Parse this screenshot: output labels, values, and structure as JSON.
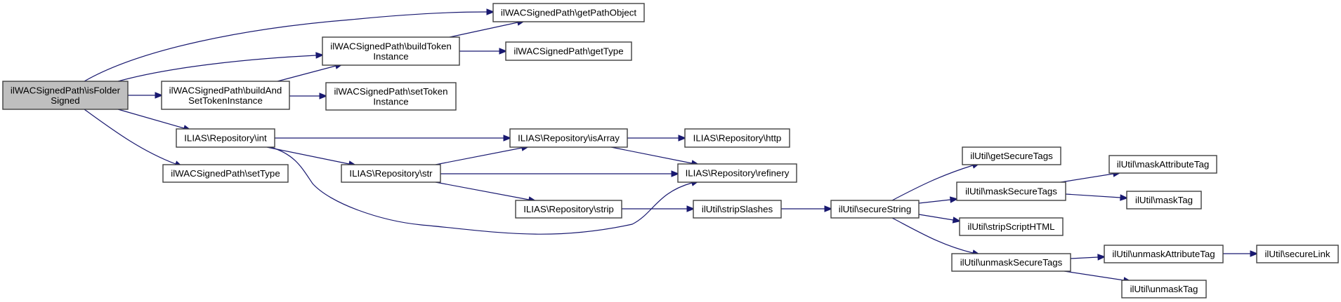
{
  "graph": {
    "type": "call-graph",
    "colors": {
      "edge": "#191970",
      "node_border": "#404040",
      "root_fill": "#bfbfbf",
      "node_fill": "#ffffff"
    },
    "nodes": [
      {
        "id": "isFolderSigned",
        "lines": [
          "ilWACSignedPath\\isFolder",
          "Signed"
        ],
        "root": true
      },
      {
        "id": "getPathObject",
        "lines": [
          "ilWACSignedPath\\getPathObject"
        ]
      },
      {
        "id": "buildTokenInstance",
        "lines": [
          "ilWACSignedPath\\buildToken",
          "Instance"
        ]
      },
      {
        "id": "getType",
        "lines": [
          "ilWACSignedPath\\getType"
        ]
      },
      {
        "id": "buildAndSetTokenInstance",
        "lines": [
          "ilWACSignedPath\\buildAnd",
          "SetTokenInstance"
        ]
      },
      {
        "id": "setTokenInstance",
        "lines": [
          "ilWACSignedPath\\setToken",
          "Instance"
        ]
      },
      {
        "id": "repoInt",
        "lines": [
          "ILIAS\\Repository\\int"
        ]
      },
      {
        "id": "setType",
        "lines": [
          "ilWACSignedPath\\setType"
        ]
      },
      {
        "id": "isArray",
        "lines": [
          "ILIAS\\Repository\\isArray"
        ]
      },
      {
        "id": "http",
        "lines": [
          "ILIAS\\Repository\\http"
        ]
      },
      {
        "id": "repoStr",
        "lines": [
          "ILIAS\\Repository\\str"
        ]
      },
      {
        "id": "refinery",
        "lines": [
          "ILIAS\\Repository\\refinery"
        ]
      },
      {
        "id": "strip",
        "lines": [
          "ILIAS\\Repository\\strip"
        ]
      },
      {
        "id": "stripSlashes",
        "lines": [
          "ilUtil\\stripSlashes"
        ]
      },
      {
        "id": "secureString",
        "lines": [
          "ilUtil\\secureString"
        ]
      },
      {
        "id": "getSecureTags",
        "lines": [
          "ilUtil\\getSecureTags"
        ]
      },
      {
        "id": "maskSecureTags",
        "lines": [
          "ilUtil\\maskSecureTags"
        ]
      },
      {
        "id": "stripScriptHTML",
        "lines": [
          "ilUtil\\stripScriptHTML"
        ]
      },
      {
        "id": "unmaskSecureTags",
        "lines": [
          "ilUtil\\unmaskSecureTags"
        ]
      },
      {
        "id": "maskAttributeTag",
        "lines": [
          "ilUtil\\maskAttributeTag"
        ]
      },
      {
        "id": "maskTag",
        "lines": [
          "ilUtil\\maskTag"
        ]
      },
      {
        "id": "unmaskAttributeTag",
        "lines": [
          "ilUtil\\unmaskAttributeTag"
        ]
      },
      {
        "id": "secureLink",
        "lines": [
          "ilUtil\\secureLink"
        ]
      },
      {
        "id": "unmaskTag",
        "lines": [
          "ilUtil\\unmaskTag"
        ]
      }
    ],
    "edges": [
      {
        "from": "isFolderSigned",
        "to": "getPathObject"
      },
      {
        "from": "isFolderSigned",
        "to": "buildTokenInstance"
      },
      {
        "from": "isFolderSigned",
        "to": "buildAndSetTokenInstance"
      },
      {
        "from": "isFolderSigned",
        "to": "repoInt"
      },
      {
        "from": "isFolderSigned",
        "to": "setType"
      },
      {
        "from": "buildTokenInstance",
        "to": "getPathObject"
      },
      {
        "from": "buildTokenInstance",
        "to": "getType"
      },
      {
        "from": "buildAndSetTokenInstance",
        "to": "buildTokenInstance"
      },
      {
        "from": "buildAndSetTokenInstance",
        "to": "setTokenInstance"
      },
      {
        "from": "repoInt",
        "to": "isArray"
      },
      {
        "from": "repoInt",
        "to": "repoStr"
      },
      {
        "from": "repoInt",
        "to": "refinery"
      },
      {
        "from": "isArray",
        "to": "http"
      },
      {
        "from": "isArray",
        "to": "refinery"
      },
      {
        "from": "repoStr",
        "to": "isArray"
      },
      {
        "from": "repoStr",
        "to": "refinery"
      },
      {
        "from": "repoStr",
        "to": "strip"
      },
      {
        "from": "strip",
        "to": "stripSlashes"
      },
      {
        "from": "stripSlashes",
        "to": "secureString"
      },
      {
        "from": "secureString",
        "to": "getSecureTags"
      },
      {
        "from": "secureString",
        "to": "maskSecureTags"
      },
      {
        "from": "secureString",
        "to": "stripScriptHTML"
      },
      {
        "from": "secureString",
        "to": "unmaskSecureTags"
      },
      {
        "from": "maskSecureTags",
        "to": "maskAttributeTag"
      },
      {
        "from": "maskSecureTags",
        "to": "maskTag"
      },
      {
        "from": "unmaskSecureTags",
        "to": "unmaskAttributeTag"
      },
      {
        "from": "unmaskSecureTags",
        "to": "unmaskTag"
      },
      {
        "from": "unmaskAttributeTag",
        "to": "secureLink"
      }
    ]
  }
}
